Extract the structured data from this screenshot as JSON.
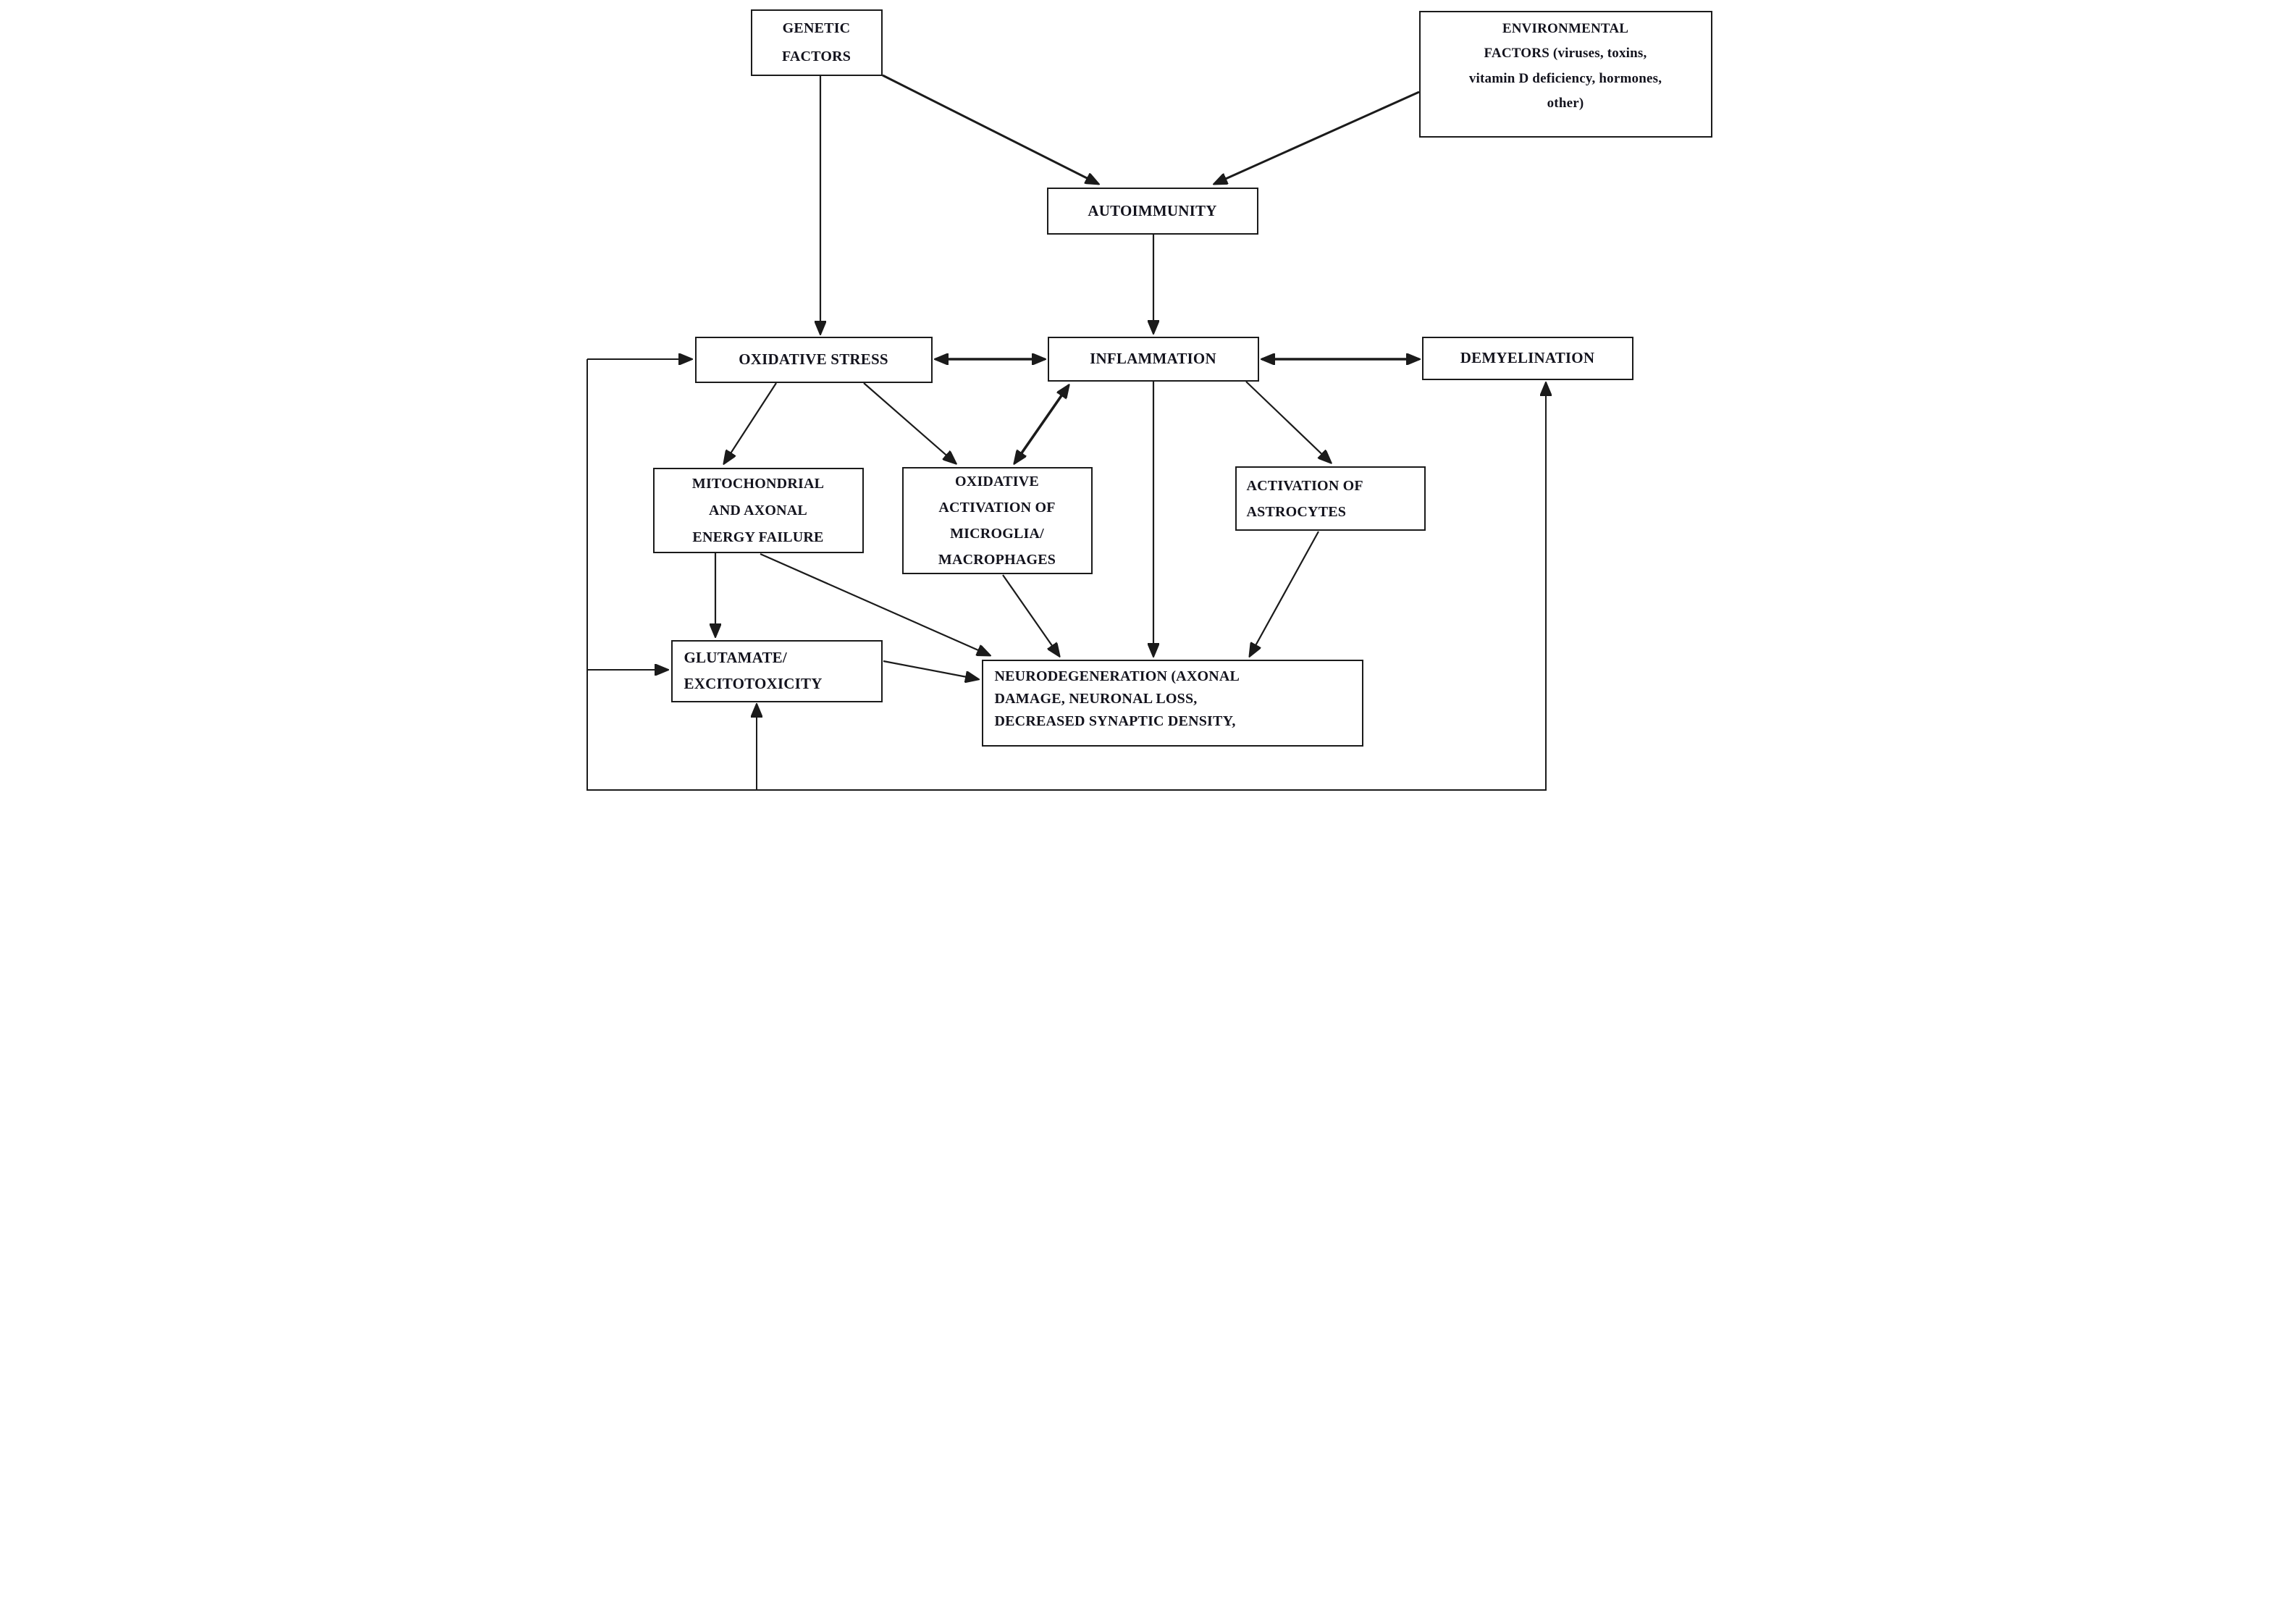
{
  "diagram": {
    "title": "Pathogenesis flowchart",
    "background_color": "#ffffff",
    "line_color": "#1b1b1b",
    "text_color": "#13131d",
    "boxes": {
      "genetic_factors": {
        "line1": "GENETIC",
        "line2": "FACTORS"
      },
      "environmental_factors": {
        "line1": "ENVIRONMENTAL",
        "line2": "FACTORS (viruses, toxins,",
        "line3": "vitamin D deficiency, hormones,",
        "line4": "other)"
      },
      "autoimmunity": {
        "line1": "AUTOIMMUNITY"
      },
      "oxidative_stress": {
        "line1": "OXIDATIVE STRESS"
      },
      "inflammation": {
        "line1": "INFLAMMATION"
      },
      "demyelination": {
        "line1": "DEMYELINATION"
      },
      "mitochondrial_axonal_energy_failure": {
        "line1": "MITOCHONDRIAL",
        "line2": "AND AXONAL",
        "line3": "ENERGY FAILURE"
      },
      "oxidative_activation_microglia": {
        "line1": "OXIDATIVE",
        "line2": "ACTIVATION OF",
        "line3": "MICROGLIA/",
        "line4": "MACROPHAGES"
      },
      "activation_astrocytes": {
        "line1": "ACTIVATION OF",
        "line2": "ASTROCYTES"
      },
      "glutamate_excitotoxicity": {
        "line1": "GLUTAMATE/",
        "line2": "EXCITOTOXICITY"
      },
      "neurodegeneration": {
        "line1": "NEURODEGENERATION (AXONAL",
        "line2": "DAMAGE, NEURONAL LOSS,",
        "line3": "DECREASED SYNAPTIC DENSITY,"
      }
    },
    "edges": [
      {
        "from": "genetic_factors",
        "to": "oxidative_stress",
        "type": "arrow"
      },
      {
        "from": "genetic_factors",
        "to": "autoimmunity",
        "type": "arrow"
      },
      {
        "from": "environmental_factors",
        "to": "autoimmunity",
        "type": "arrow"
      },
      {
        "from": "autoimmunity",
        "to": "inflammation",
        "type": "arrow"
      },
      {
        "from": "oxidative_stress",
        "to": "inflammation",
        "type": "double-arrow"
      },
      {
        "from": "inflammation",
        "to": "demyelination",
        "type": "double-arrow"
      },
      {
        "from": "oxidative_stress",
        "to": "mitochondrial_axonal_energy_failure",
        "type": "arrow"
      },
      {
        "from": "oxidative_stress",
        "to": "oxidative_activation_microglia",
        "type": "arrow"
      },
      {
        "from": "oxidative_activation_microglia",
        "to": "inflammation",
        "type": "double-arrow"
      },
      {
        "from": "inflammation",
        "to": "activation_astrocytes",
        "type": "arrow"
      },
      {
        "from": "inflammation",
        "to": "neurodegeneration",
        "type": "arrow"
      },
      {
        "from": "activation_astrocytes",
        "to": "neurodegeneration",
        "type": "arrow"
      },
      {
        "from": "mitochondrial_axonal_energy_failure",
        "to": "glutamate_excitotoxicity",
        "type": "arrow"
      },
      {
        "from": "mitochondrial_axonal_energy_failure",
        "to": "neurodegeneration",
        "type": "arrow"
      },
      {
        "from": "oxidative_activation_microglia",
        "to": "neurodegeneration",
        "type": "arrow"
      },
      {
        "from": "glutamate_excitotoxicity",
        "to": "neurodegeneration",
        "type": "arrow"
      },
      {
        "from": "feedback_loop",
        "to": "oxidative_stress",
        "type": "arrow"
      },
      {
        "from": "feedback_loop",
        "to": "glutamate_excitotoxicity",
        "type": "arrow"
      },
      {
        "from": "feedback_loop",
        "to": "demyelination",
        "type": "arrow"
      }
    ]
  }
}
